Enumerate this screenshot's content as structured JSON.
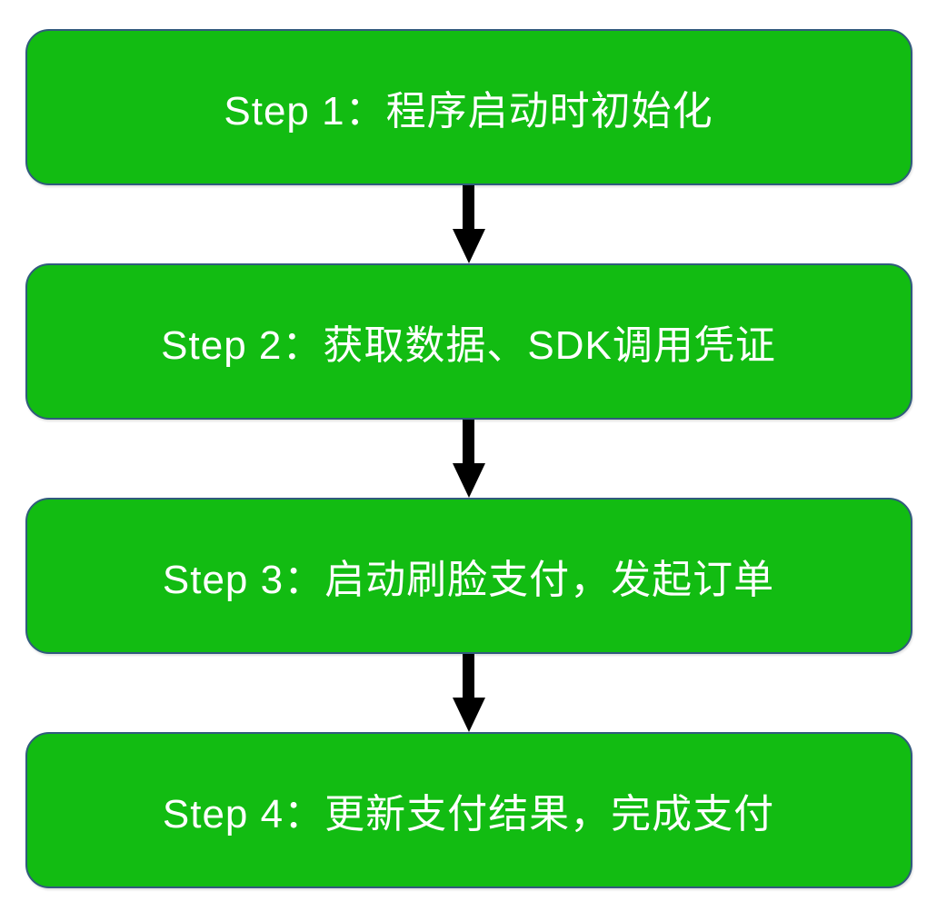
{
  "flowchart": {
    "steps": [
      {
        "label": "Step 1：程序启动时初始化"
      },
      {
        "label": "Step 2：获取数据、SDK调用凭证"
      },
      {
        "label": "Step 3：启动刷脸支付，发起订单"
      },
      {
        "label": "Step 4：更新支付结果，完成支付"
      }
    ],
    "connector_icon": "arrow-down-icon",
    "colors": {
      "node_fill": "#12BC12",
      "node_border": "#315A7D",
      "node_text": "#FFFFFF",
      "arrow": "#000000",
      "background": "#FFFFFF"
    }
  }
}
